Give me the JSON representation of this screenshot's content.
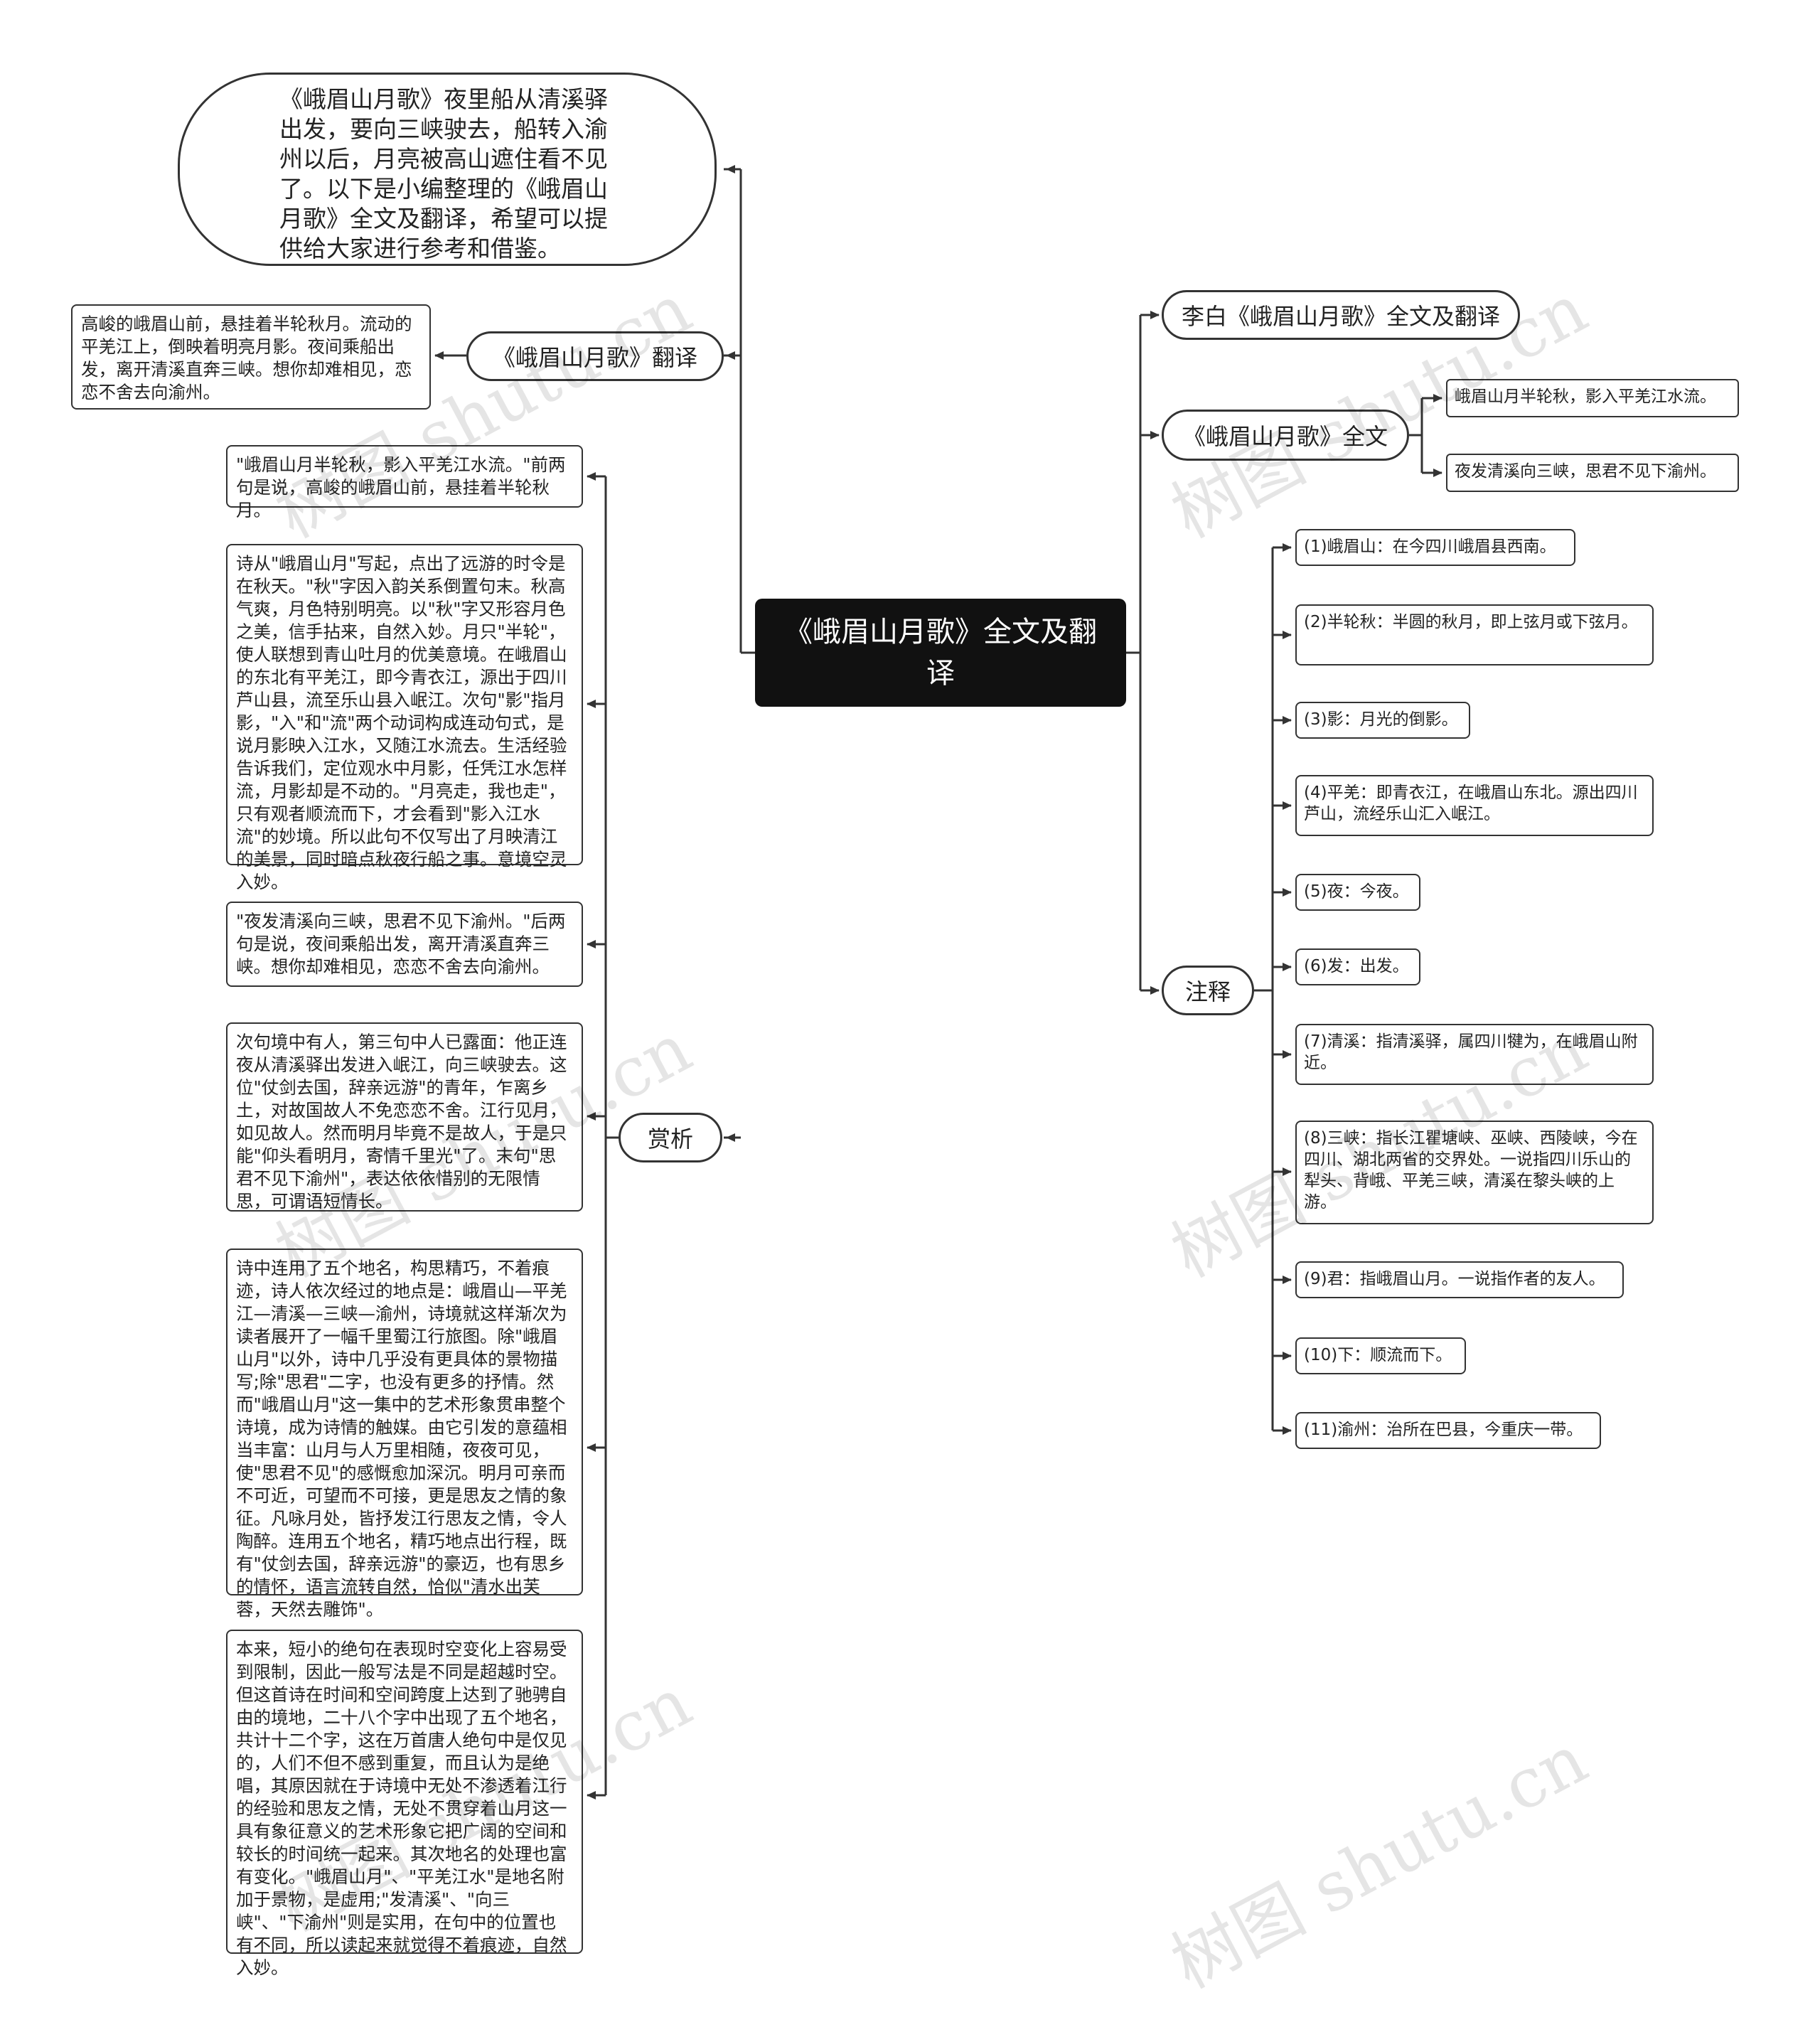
{
  "root": {
    "title": "《峨眉山月歌》全文及翻译"
  },
  "intro": "《峨眉山月歌》夜里船从清溪驿出发，要向三峡驶去，船转入渝州以后，月亮被高山遮住看不见了。以下是小编整理的《峨眉山月歌》全文及翻译，希望可以提供给大家进行参考和借鉴。",
  "translation": {
    "label": "《峨眉山月歌》翻译",
    "text": "高峻的峨眉山前，悬挂着半轮秋月。流动的平羌江上，倒映着明亮月影。夜间乘船出发，离开清溪直奔三峡。想你却难相见，恋恋不舍去向渝州。"
  },
  "appreciation": {
    "label": "赏析",
    "items": [
      "\"峨眉山月半轮秋，影入平羌江水流。\"前两句是说，高峻的峨眉山前，悬挂着半轮秋月。",
      "诗从\"峨眉山月\"写起，点出了远游的时令是在秋天。\"秋\"字因入韵关系倒置句末。秋高气爽，月色特别明亮。以\"秋\"字又形容月色之美，信手拈来，自然入妙。月只\"半轮\"，使人联想到青山吐月的优美意境。在峨眉山的东北有平羌江，即今青衣江，源出于四川芦山县，流至乐山县入岷江。次句\"影\"指月影，\"入\"和\"流\"两个动词构成连动句式，是说月影映入江水，又随江水流去。生活经验告诉我们，定位观水中月影，任凭江水怎样流，月影却是不动的。\"月亮走，我也走\"，只有观者顺流而下，才会看到\"影入江水流\"的妙境。所以此句不仅写出了月映清江的美景，同时暗点秋夜行船之事。意境空灵入妙。",
      "\"夜发清溪向三峡，思君不见下渝州。\"后两句是说，夜间乘船出发，离开清溪直奔三峡。想你却难相见，恋恋不舍去向渝州。",
      "次句境中有人，第三句中人已露面：他正连夜从清溪驿出发进入岷江，向三峡驶去。这位\"仗剑去国，辞亲远游\"的青年，乍离乡土，对故国故人不免恋恋不舍。江行见月，如见故人。然而明月毕竟不是故人，于是只能\"仰头看明月，寄情千里光\"了。末句\"思君不见下渝州\"，表达依依惜别的无限情思，可谓语短情长。",
      "诗中连用了五个地名，构思精巧，不着痕迹，诗人依次经过的地点是：峨眉山—平羌江—清溪—三峡—渝州，诗境就这样渐次为读者展开了一幅千里蜀江行旅图。除\"峨眉山月\"以外，诗中几乎没有更具体的景物描写;除\"思君\"二字，也没有更多的抒情。然而\"峨眉山月\"这一集中的艺术形象贯串整个诗境，成为诗情的触媒。由它引发的意蕴相当丰富：山月与人万里相随，夜夜可见，使\"思君不见\"的感慨愈加深沉。明月可亲而不可近，可望而不可接，更是思友之情的象征。凡咏月处，皆抒发江行思友之情，令人陶醉。连用五个地名，精巧地点出行程，既有\"仗剑去国，辞亲远游\"的豪迈，也有思乡的情怀，语言流转自然，恰似\"清水出芙蓉，天然去雕饰\"。",
      "本来，短小的绝句在表现时空变化上容易受到限制，因此一般写法是不同是超越时空。但这首诗在时间和空间跨度上达到了驰骋自由的境地，二十八个字中出现了五个地名，共计十二个字，这在万首唐人绝句中是仅见的，人们不但不感到重复，而且认为是绝唱，其原因就在于诗境中无处不渗透着江行的经验和思友之情，无处不贯穿着山月这一具有象征意义的艺术形象它把广阔的空间和较长的时间统一起来。其次地名的处理也富有变化。\"峨眉山月\"、\"平羌江水\"是地名附加于景物，是虚用;\"发清溪\"、\"向三峡\"、\"下渝州\"则是实用，在句中的位置也有不同，所以读起来就觉得不着痕迹，自然入妙。"
    ]
  },
  "libai": {
    "label": "李白《峨眉山月歌》全文及翻译"
  },
  "fulltext": {
    "label": "《峨眉山月歌》全文",
    "lines": [
      "峨眉山月半轮秋，影入平羌江水流。",
      "夜发清溪向三峡，思君不见下渝州。"
    ]
  },
  "notes": {
    "label": "注释",
    "items": [
      "(1)峨眉山：在今四川峨眉县西南。",
      "(2)半轮秋：半圆的秋月，即上弦月或下弦月。",
      "(3)影：月光的倒影。",
      "(4)平羌：即青衣江，在峨眉山东北。源出四川芦山，流经乐山汇入岷江。",
      "(5)夜：今夜。",
      "(6)发：出发。",
      "(7)清溪：指清溪驿，属四川犍为，在峨眉山附近。",
      "(8)三峡：指长江瞿塘峡、巫峡、西陵峡，今在四川、湖北两省的交界处。一说指四川乐山的犁头、背峨、平羌三峡，清溪在黎头峡的上游。",
      "(9)君：指峨眉山月。一说指作者的友人。",
      "(10)下：顺流而下。",
      "(11)渝州：治所在巴县，今重庆一带。"
    ]
  },
  "watermark": "树图 shutu.cn",
  "style": {
    "line_color": "#333333",
    "root_bg": "#111111",
    "root_fg": "#ffffff"
  }
}
